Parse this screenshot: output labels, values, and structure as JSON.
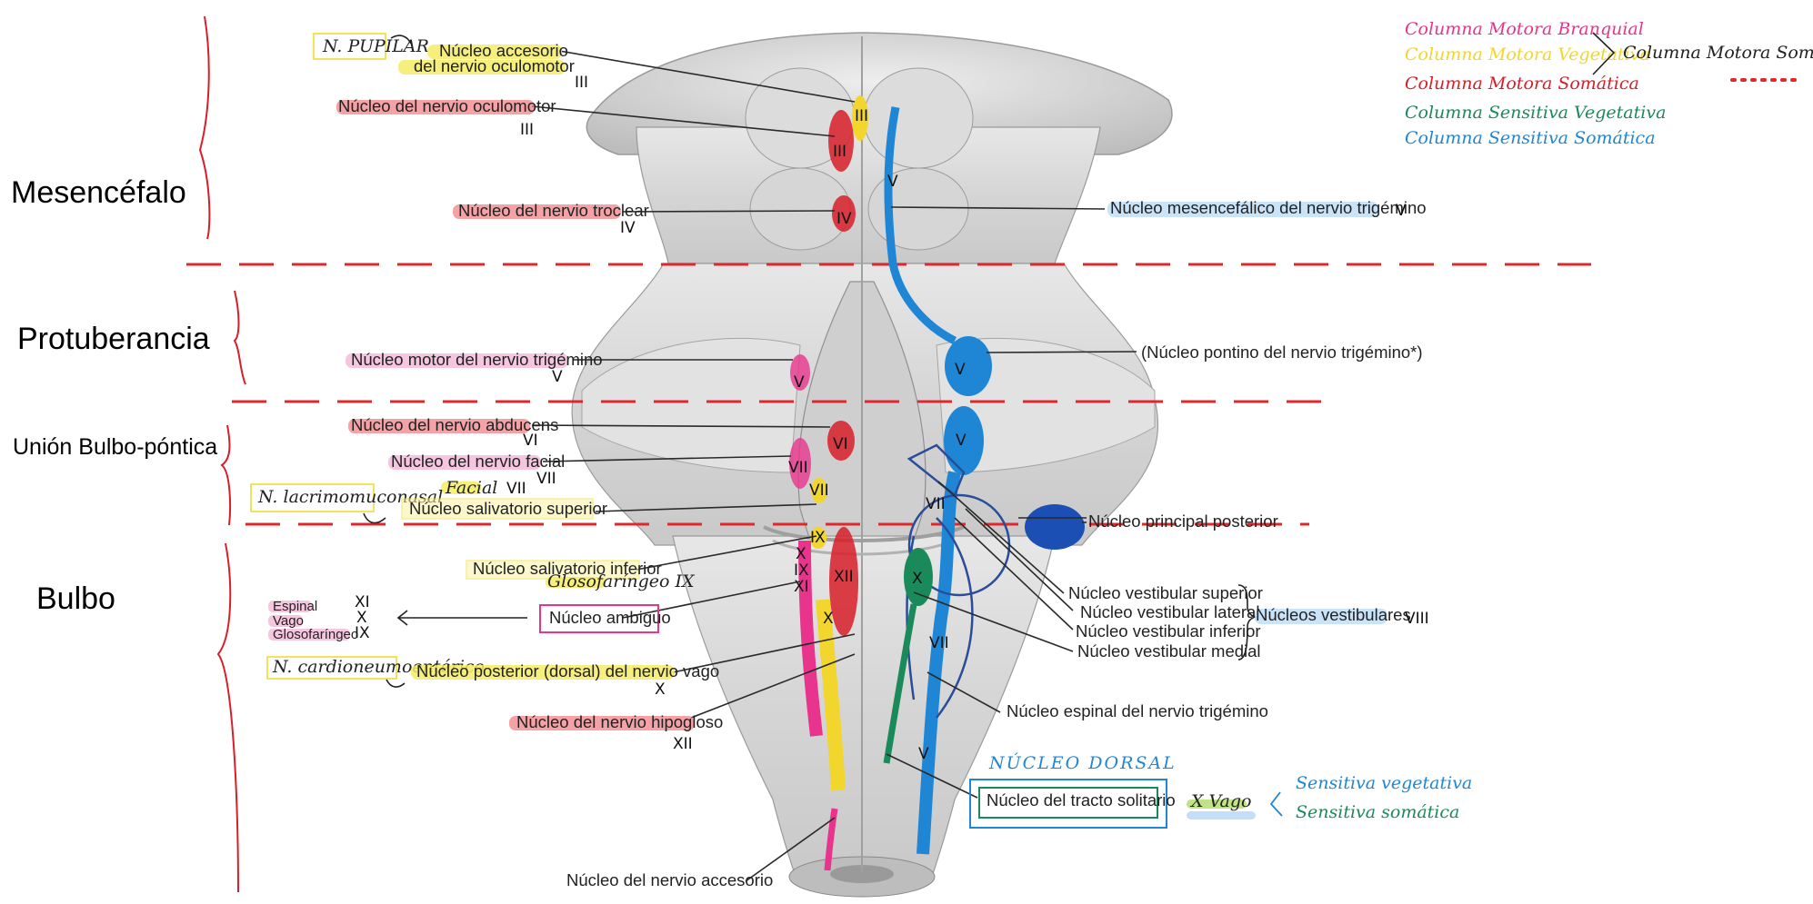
{
  "regions": {
    "mesencefalo": "Mesencéfalo",
    "protuberancia": "Protuberancia",
    "union": "Unión Bulbo-póntica",
    "bulbo": "Bulbo"
  },
  "legend": {
    "items": [
      {
        "label": "Columna Motora Branquial",
        "color": "#e8348c"
      },
      {
        "label": "Columna Motora Vegetativa",
        "color": "#f2d62e"
      },
      {
        "label": "Columna Motora Somática",
        "color": "#d81e2a"
      },
      {
        "label": "Columna Sensitiva Vegetativa",
        "color": "#1a8a5a"
      },
      {
        "label": "Columna Sensitiva Somática",
        "color": "#1f86d6"
      }
    ],
    "bracket_label": "Columna Motora Somática",
    "dotted_color": "#e0272c"
  },
  "labels": {
    "n_pupilar": "N. PUPILAR",
    "accesorio_oculomotor_1": "Núcleo accesorio",
    "accesorio_oculomotor_2": "del nervio oculomotor",
    "oculomotor": "Núcleo del nervio oculomotor",
    "troclear": "Núcleo del nervio troclear",
    "mesencefalico_trigemino": "Núcleo mesencefálico del nervio trigémino",
    "motor_trigemino": "Núcleo motor del nervio trigémino",
    "pontino_trigemino": "(Núcleo pontino del nervio trigémino*)",
    "abducens": "Núcleo del nervio abducens",
    "facial": "Núcleo del nervio facial",
    "facial_hand": "Facial",
    "n_lacrimo": "N. lacrimomuconasal",
    "salivatorio_sup": "Núcleo salivatorio superior",
    "principal_posterior": "Núcleo principal posterior",
    "salivatorio_inf": "Núcleo salivatorio inferior",
    "glosofaringeo_hand": "Glosofaríngeo IX",
    "espinal": "Espinal",
    "vago": "Vago",
    "glosofaringeo": "Glosofaríngeo",
    "ambiguo": "Núcleo ambiguo",
    "n_cardio": "N. cardioneumoentérico",
    "vago_posterior": "Núcleo posterior (dorsal) del nervio vago",
    "hipogloso": "Núcleo del nervio hipogloso",
    "accesorio": "Núcleo del nervio accesorio",
    "vest_sup": "Núcleo vestibular superior",
    "vest_lat": "Núcleo vestibular lateral",
    "vest_inf": "Núcleo vestibular inferior",
    "vest_med": "Núcleo vestibular medial",
    "vestibulares": "Núcleos vestibulares",
    "espinal_trigemino": "Núcleo espinal del nervio trigémino",
    "nucleo_dorsal": "NÚCLEO DORSAL",
    "tracto_solitario": "Núcleo del tracto solitario",
    "x_vago": "X Vago",
    "sens_veg": "Sensitiva vegetativa",
    "sens_som": "Sensitiva somática"
  },
  "roman": {
    "III": "III",
    "IV": "IV",
    "V": "V",
    "VI": "VI",
    "VII": "VII",
    "VIII": "VIII",
    "IX": "IX",
    "X": "X",
    "XI": "XI",
    "XII": "XII"
  },
  "colors": {
    "motora_branquial": "#e8348c",
    "motora_vegetativa": "#f2d62e",
    "motora_somatica": "#d81e2a",
    "sensitiva_vegetativa": "#1a8a5a",
    "sensitiva_somatica": "#1f86d6",
    "dashed_line": "#e0272c"
  }
}
